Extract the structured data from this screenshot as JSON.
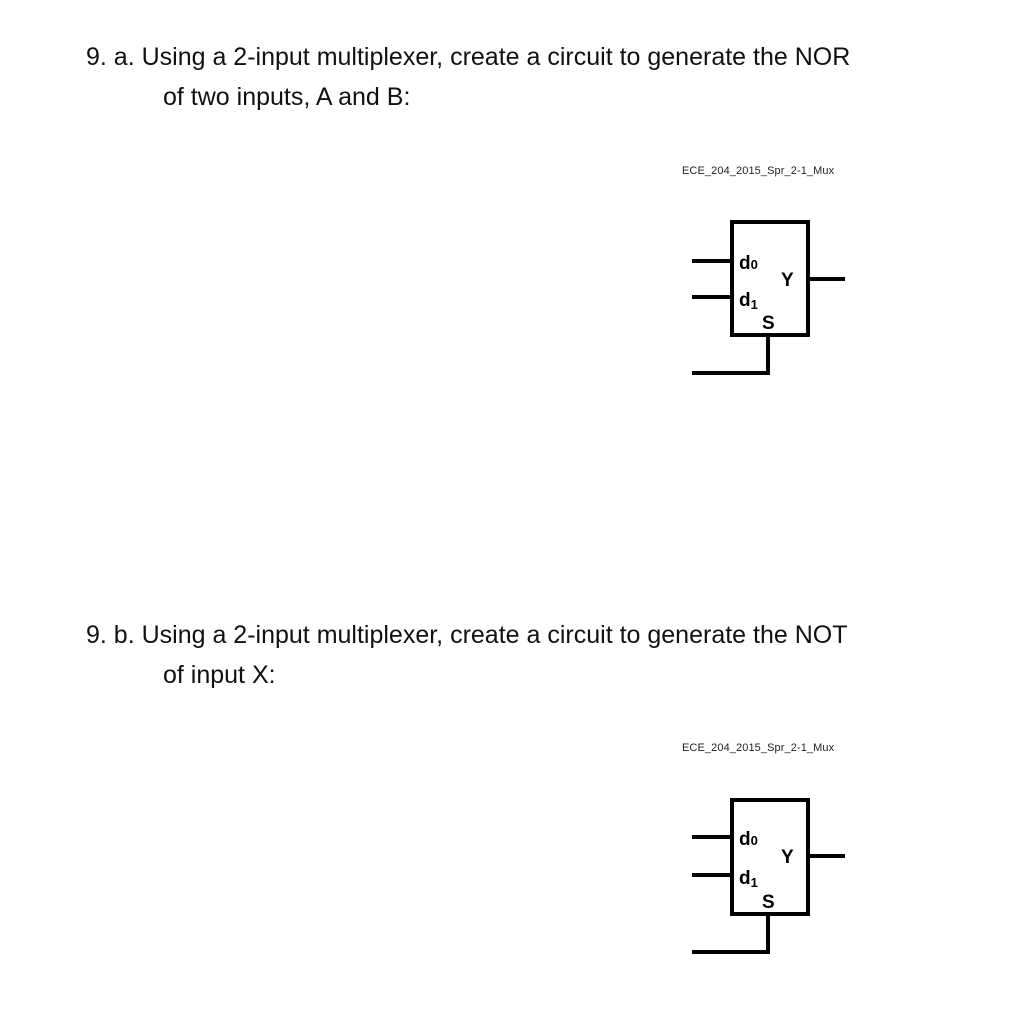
{
  "questions": [
    {
      "id": "9a",
      "line1": "9. a. Using a 2-input multiplexer, create a circuit to generate the NOR",
      "line2": "of two inputs, A and B:",
      "diagram": {
        "caption": "ECE_204_2015_Spr_2-1_Mux",
        "inputs": [
          "d0",
          "d1"
        ],
        "input_labels": {
          "d0_main": "d",
          "d0_sub": "0",
          "d1_main": "d",
          "d1_sub": "1"
        },
        "output_label": "Y",
        "select_label": "S"
      }
    },
    {
      "id": "9b",
      "line1": "9. b. Using a 2-input multiplexer, create a circuit to generate the NOT",
      "line2": "of input X:",
      "diagram": {
        "caption": "ECE_204_2015_Spr_2-1_Mux",
        "inputs": [
          "d0",
          "d1"
        ],
        "input_labels": {
          "d0_main": "d",
          "d0_sub": "0",
          "d1_main": "d",
          "d1_sub": "1"
        },
        "output_label": "Y",
        "select_label": "S"
      }
    }
  ]
}
